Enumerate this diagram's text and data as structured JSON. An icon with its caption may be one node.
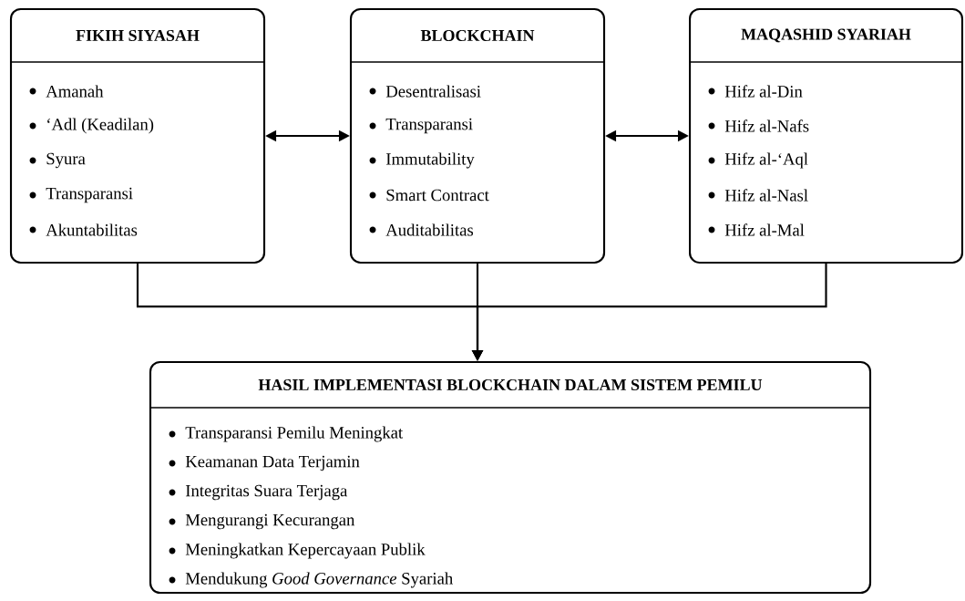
{
  "diagram": {
    "nodes": [
      {
        "text": [
          "FIKIH SIYASAH",
          "Amanah",
          "‘Adl (Keadilan)",
          "Syura",
          "Transparansi",
          "Akuntabilitas"
        ]
      },
      {
        "text": [
          "BLOCKCHAIN",
          "Desentralisasi",
          "Transparansi",
          "Immutability",
          "Smart Contract",
          "Auditabilitas"
        ]
      },
      {
        "text": [
          "MAQASHID SYARIAH",
          "Hifz al-Din",
          "Hifz al-Nafs",
          "Hifz al-‘Aql",
          "Hifz al-Nasl",
          "Hifz al-Mal"
        ]
      },
      {
        "text": [
          "HASIL IMPLEMENTASI BLOCKCHAIN DALAM SISTEM PEMILU",
          "Transparansi Pemilu Meningkat",
          "Keamanan Data Terjamin",
          "Integritas Suara Terjaga",
          "Mengurangi Kecurangan",
          "Meningkatkan Kepercayaan Publik",
          "Mendukung *Good Governance* Syariah"
        ]
      }
    ],
    "edges": [
      {
        "from": 0,
        "to": 1,
        "arrow": "both"
      },
      {
        "from": 1,
        "to": 2,
        "arrow": "both"
      },
      {
        "from": 0,
        "to": 3,
        "arrow": "to"
      },
      {
        "from": 1,
        "to": 3,
        "arrow": "to"
      },
      {
        "from": 2,
        "to": 3,
        "arrow": "to"
      }
    ]
  }
}
